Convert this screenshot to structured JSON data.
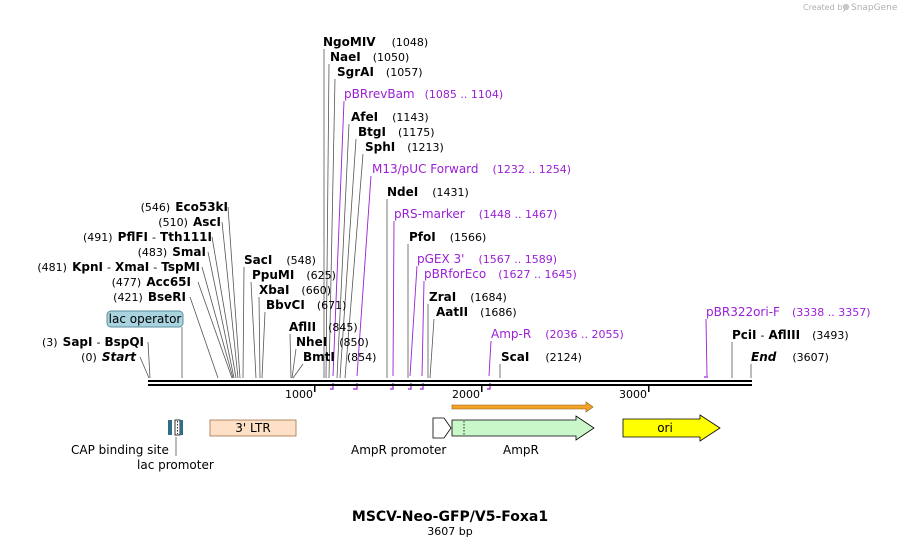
{
  "credit": {
    "text": "Created by",
    "brand": "SnapGene"
  },
  "plasmid": {
    "name": "MSCV-Neo-GFP/V5-Foxa1",
    "size_label": "3607 bp"
  },
  "axis": {
    "ticks": [
      "1000",
      "2000",
      "3000"
    ]
  },
  "colors": {
    "primer": "#9a1fd6",
    "lac_operator_fill": "#a8d3df",
    "ltr_fill": "#fde0c5",
    "ampr_fill": "#c9f7c9",
    "ori_fill": "#ffff00",
    "arrow_fill": "#f4a32a"
  },
  "left_sites": [
    {
      "pos": "(546)",
      "name": "Eco53kI"
    },
    {
      "pos": "(510)",
      "name": "AscI"
    },
    {
      "pos": "(491)",
      "name": "PflFI",
      "sep": "-",
      "name2": "Tth111I"
    },
    {
      "pos": "(483)",
      "name": "SmaI"
    },
    {
      "pos": "(481)",
      "name": "KpnI",
      "sep": "-",
      "name2": "XmaI",
      "sep2": "-",
      "name3": "TspMI"
    },
    {
      "pos": "(477)",
      "name": "Acc65I"
    },
    {
      "pos": "(421)",
      "name": "BseRI"
    },
    {
      "pos": "(3)",
      "name": "SapI",
      "sep": "-",
      "name2": "BspQI"
    },
    {
      "pos": "(0)",
      "name": "Start"
    }
  ],
  "right_sites": [
    {
      "name": "NgoMIV",
      "pos": "(1048)"
    },
    {
      "name": "NaeI",
      "pos": "(1050)"
    },
    {
      "name": "SgrAI",
      "pos": "(1057)"
    },
    {
      "name": "AfeI",
      "pos": "(1143)"
    },
    {
      "name": "BtgI",
      "pos": "(1175)"
    },
    {
      "name": "SphI",
      "pos": "(1213)"
    },
    {
      "name": "NdeI",
      "pos": "(1431)"
    },
    {
      "name": "PfoI",
      "pos": "(1566)"
    },
    {
      "name": "ZraI",
      "pos": "(1684)"
    },
    {
      "name": "AatII",
      "pos": "(1686)"
    },
    {
      "name": "ScaI",
      "pos": "(2124)"
    },
    {
      "name": "SacI",
      "pos": "(548)"
    },
    {
      "name": "PpuMI",
      "pos": "(625)"
    },
    {
      "name": "XbaI",
      "pos": "(660)"
    },
    {
      "name": "BbvCI",
      "pos": "(671)"
    },
    {
      "name": "AflII",
      "pos": "(845)"
    },
    {
      "name": "NheI",
      "pos": "(850)"
    },
    {
      "name": "BmtI",
      "pos": "(854)"
    },
    {
      "name": "PciI",
      "sep": "-",
      "name2": "AflIII",
      "pos": "(3493)"
    },
    {
      "name": "End",
      "pos": "(3607)"
    }
  ],
  "primers": [
    {
      "name": "pBRrevBam",
      "range": "(1085 .. 1104)"
    },
    {
      "name": "M13/pUC Forward",
      "range": "(1232 .. 1254)"
    },
    {
      "name": "pRS-marker",
      "range": "(1448 .. 1467)"
    },
    {
      "name": "pGEX 3'",
      "range": "(1567 .. 1589)"
    },
    {
      "name": "pBRforEco",
      "range": "(1627 .. 1645)"
    },
    {
      "name": "Amp-R",
      "range": "(2036 .. 2055)"
    },
    {
      "name": "pBR322ori-F",
      "range": "(3338 .. 3357)"
    }
  ],
  "features": {
    "lac_operator": "lac operator",
    "cap_binding_site": "CAP binding site",
    "lac_promoter": "lac promoter",
    "ltr": "3' LTR",
    "ampr_promoter": "AmpR promoter",
    "ampr": "AmpR",
    "ori": "ori"
  }
}
